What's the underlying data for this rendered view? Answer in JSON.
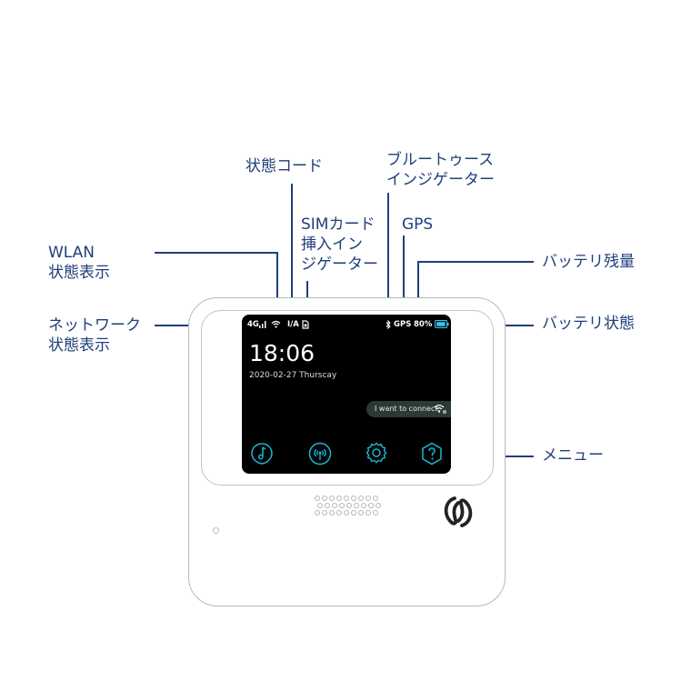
{
  "labels": {
    "status_code": "状態コード",
    "bluetooth_line1": "ブルートゥース",
    "bluetooth_line2": "インジゲーター",
    "sim_line1": "SIMカード",
    "sim_line2": "挿入イン",
    "sim_line3": "ジゲーター",
    "gps": "GPS",
    "wlan_line1": "WLAN",
    "wlan_line2": "状態表示",
    "battery_level": "バッテリ残量",
    "network_line1": "ネットワーク",
    "network_line2": "状態表示",
    "battery_status": "バッテリ状態",
    "menu": "メニュー"
  },
  "screen": {
    "network": "4G",
    "status_code": "I/A",
    "gps": "GPS",
    "battery": "80%",
    "time": "18:06",
    "date": "2020-02-27 Thurscay",
    "connect_button": "I want to connect"
  },
  "colors": {
    "annotation": "#1f3f7a",
    "menu_icon": "#19b8d8",
    "battery": "#3fc3ea"
  },
  "icons": [
    "antenna-icon",
    "signal-icon",
    "wifi-icon",
    "sim-icon",
    "bluetooth-icon",
    "battery-icon",
    "music-icon",
    "hotspot-icon",
    "gear-icon",
    "help-icon",
    "logo-icon"
  ]
}
